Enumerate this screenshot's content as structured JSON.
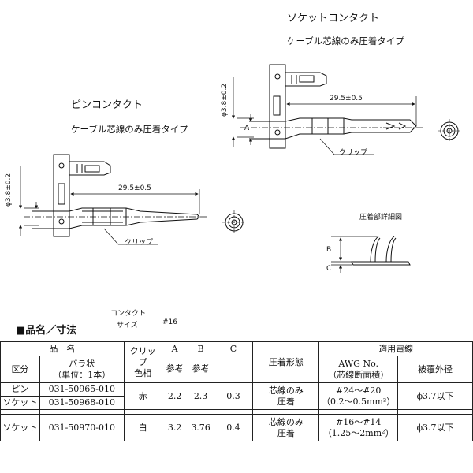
{
  "pin": {
    "title": "ピンコンタクト",
    "subtitle": "ケーブル芯線のみ圧着タイプ",
    "dim_length": "29.5±0.5",
    "dim_dia": "φ3.8±0.2",
    "clip_label": "クリップ"
  },
  "socket": {
    "title": "ソケットコンタクト",
    "subtitle": "ケーブル芯線のみ圧着タイプ",
    "dim_length": "29.5±0.5",
    "dim_dia": "φ3.8±0.2",
    "label_a": "A",
    "clip_label": "クリップ"
  },
  "crimp_detail": {
    "title": "圧着部詳細図",
    "label_b": "B",
    "label_c": "C"
  },
  "spec_section": {
    "heading": "■品名／寸法",
    "contact_size_label_1": "コンタクト",
    "contact_size_label_2": "サイズ",
    "contact_size_value": "#16"
  },
  "table": {
    "header": {
      "product_name": "品　名",
      "category": "区分",
      "bulk_1": "バラ状",
      "bulk_2": "（単位：1本）",
      "clip_color_1": "クリップ",
      "clip_color_2": "色相",
      "col_a": "A",
      "col_b": "B",
      "col_c": "C",
      "ref": "参考",
      "crimp_type": "圧着形態",
      "applicable_wire": "適用電線",
      "awg_1": "AWG No.",
      "awg_2": "（芯線断面積）",
      "outer_dia": "被覆外径"
    },
    "rows": [
      {
        "category_a": "ピン",
        "part_a": "031-50965-010",
        "category_b": "ソケット",
        "part_b": "031-50968-010",
        "clip_color": "赤",
        "a": "2.2",
        "b": "2.3",
        "c": "0.3",
        "crimp_1": "芯線のみ",
        "crimp_2": "圧着",
        "awg_1": "#24～#20",
        "awg_2": "（0.2～0.5mm²）",
        "outer_dia": "ϕ3.7以下"
      },
      {
        "category": "ソケット",
        "part": "031-50970-010",
        "clip_color": "白",
        "a": "3.2",
        "b": "3.76",
        "c": "0.4",
        "crimp_1": "芯線のみ",
        "crimp_2": "圧着",
        "awg_1": "#16～#14",
        "awg_2": "（1.25～2mm²）",
        "outer_dia": "ϕ3.7以下"
      }
    ]
  }
}
